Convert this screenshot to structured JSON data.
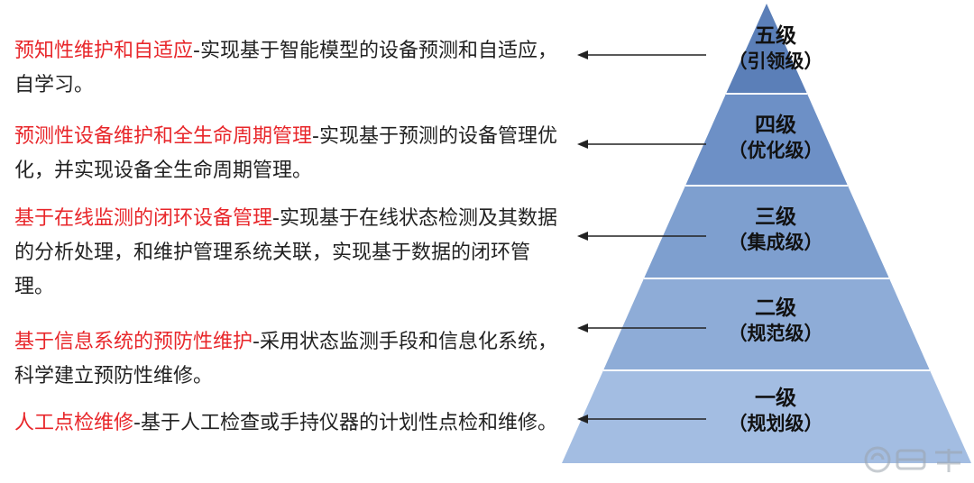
{
  "levels": [
    {
      "name": "五级",
      "sub": "（引领级）",
      "title": "预知性维护和自适应",
      "desc": "-实现基于智能模型的设备预测和自适应，自学习。"
    },
    {
      "name": "四级",
      "sub": "（优化级）",
      "title": "预测性设备维护和全生命周期管理",
      "desc": "-实现基于预测的设备管理优化，并实现设备全生命周期管理。"
    },
    {
      "name": "三级",
      "sub": "（集成级）",
      "title": "基于在线监测的闭环设备管理",
      "desc": "-实现基于在线状态检测及其数据的分析处理，和维护管理系统关联，实现基于数据的闭环管理。"
    },
    {
      "name": "二级",
      "sub": "（规范级）",
      "title": "基于信息系统的预防性维护",
      "desc": "-采用状态监测手段和信息化系统，科学建立预防性维修。"
    },
    {
      "name": "一级",
      "sub": "（规划级）",
      "title": "人工点检维修",
      "desc": "-基于人工检查或手持仪器的计划性点检和维修。"
    }
  ],
  "colors": {
    "highlight": "#e8262a",
    "tiers": [
      "#5b7fb8",
      "#6d90c6",
      "#7e9fcf",
      "#8eacd7",
      "#a3bde2"
    ],
    "arrow": "#222222"
  },
  "watermark_icon": "yiche-logo"
}
